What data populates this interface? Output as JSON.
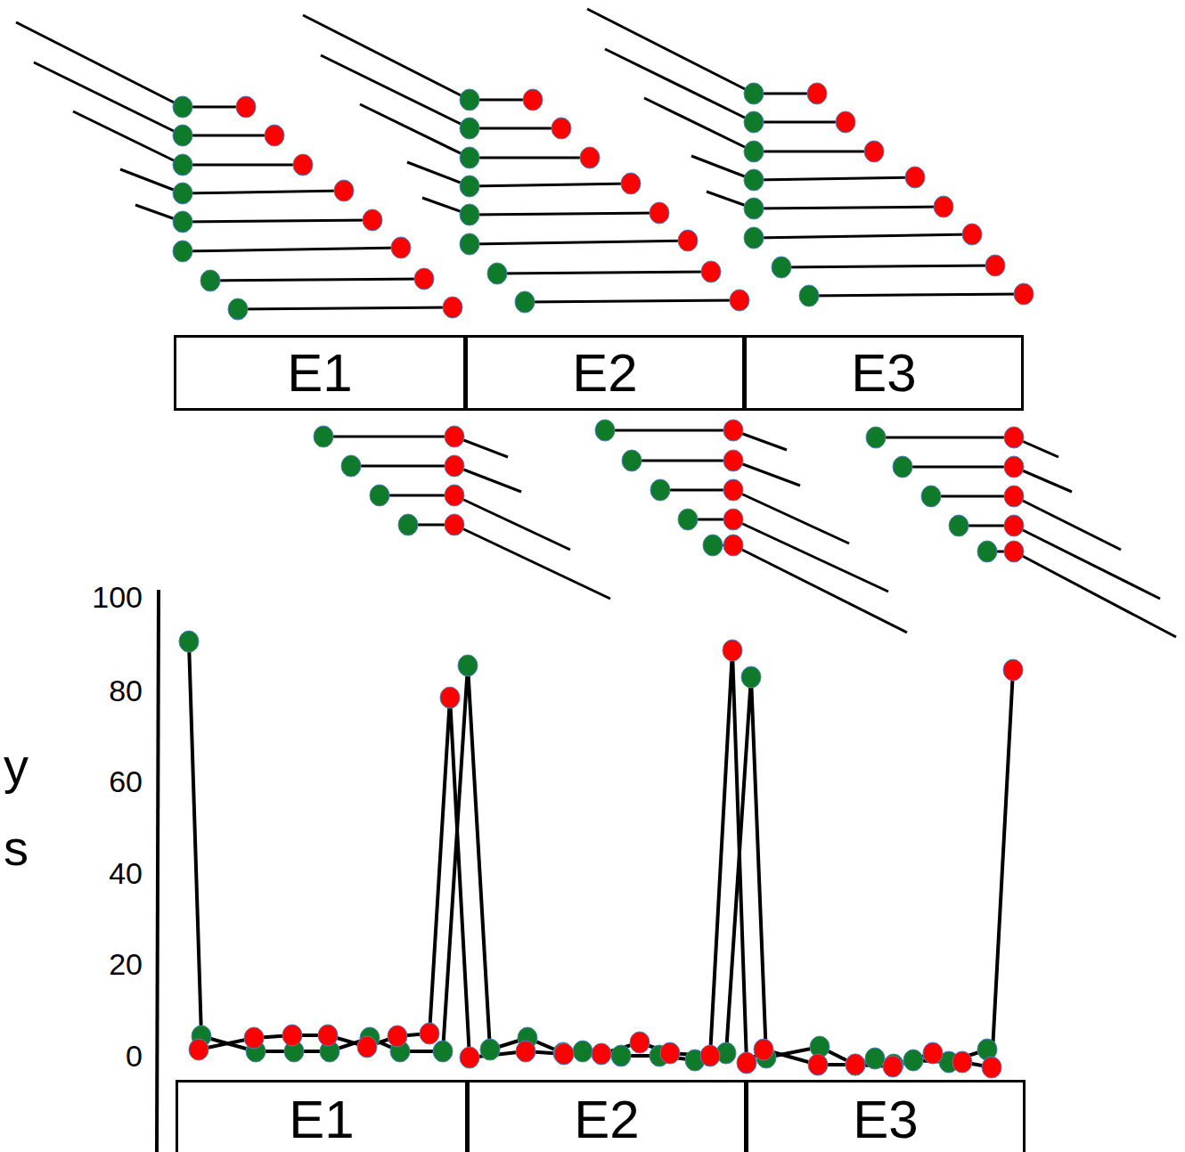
{
  "diagram": {
    "nodes": [
      {
        "text": [
          "E1"
        ]
      },
      {
        "text": [
          "E2"
        ]
      },
      {
        "text": [
          "E3"
        ]
      },
      {
        "text": [
          "E1"
        ]
      },
      {
        "text": [
          "E2"
        ]
      },
      {
        "text": [
          "E3"
        ]
      }
    ],
    "labels": [
      "100",
      "80",
      "60",
      "40",
      "20",
      "0",
      "y",
      "s"
    ]
  }
}
